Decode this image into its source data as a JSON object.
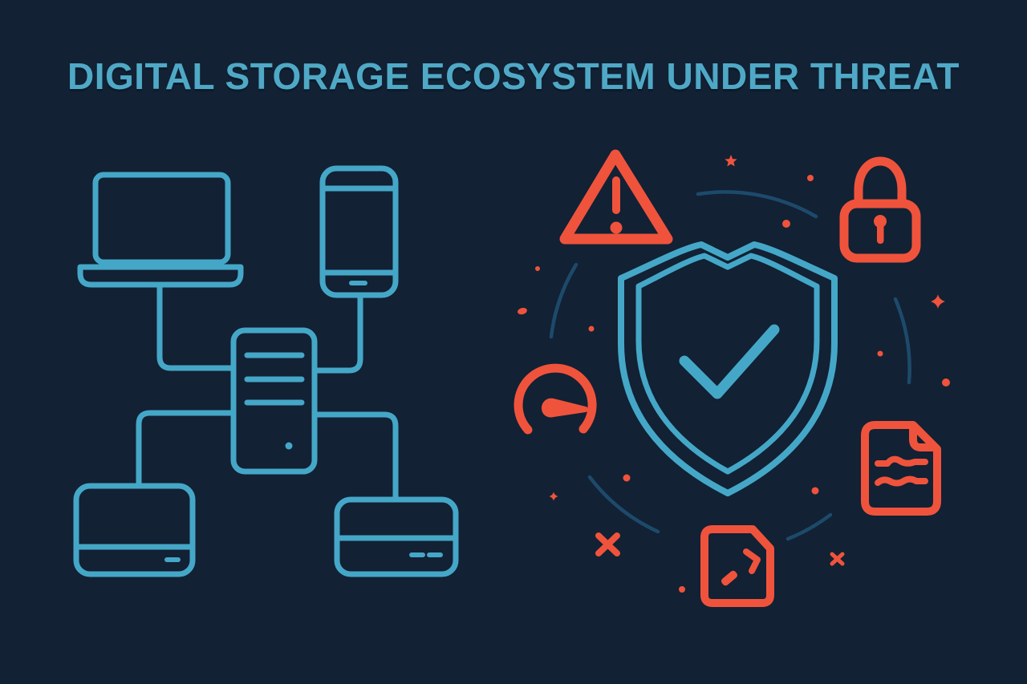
{
  "header": {
    "title": "DIGITAL STORAGE ECOSYSTEM UNDER THREAT"
  },
  "colors": {
    "background": "#122134",
    "title_text": "#4fa9c6",
    "device_stroke": "#45a7c7",
    "threat_accent": "#f0533c",
    "orbit_arc": "#1d4a6b"
  },
  "left_diagram": {
    "name": "digital-storage-network",
    "nodes": [
      "laptop",
      "smartphone",
      "server",
      "external-drive-left",
      "external-drive-right"
    ],
    "connections": [
      "laptop-to-server",
      "smartphone-to-server",
      "server-to-left-drive",
      "server-to-right-drive"
    ]
  },
  "right_diagram": {
    "name": "security-under-threat",
    "center_icon": "shield-check-icon",
    "threat_icons": [
      "warning-triangle-icon",
      "padlock-icon",
      "gauge-icon",
      "wavy-document-icon",
      "corrupted-file-icon"
    ],
    "decorations": [
      "orbit-arcs",
      "star-icon",
      "sparkle-icon",
      "x-mark-icon",
      "dots"
    ]
  }
}
